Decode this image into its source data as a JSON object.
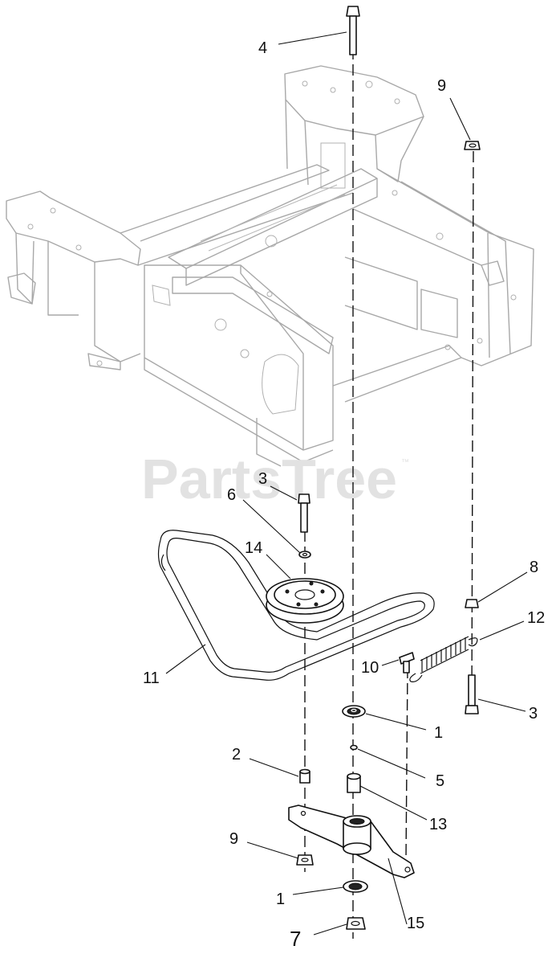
{
  "watermark": {
    "text": "PartsTree",
    "mark": "™"
  },
  "callouts": {
    "c4": "4",
    "c9_top": "9",
    "c3_upper": "3",
    "c6": "6",
    "c14": "14",
    "c8": "8",
    "c12": "12",
    "c11": "11",
    "c10": "10",
    "c3_right": "3",
    "c1_upper": "1",
    "c2": "2",
    "c5": "5",
    "c13": "13",
    "c9_lower": "9",
    "c1_lower": "1",
    "c15": "15",
    "c7": "7"
  }
}
